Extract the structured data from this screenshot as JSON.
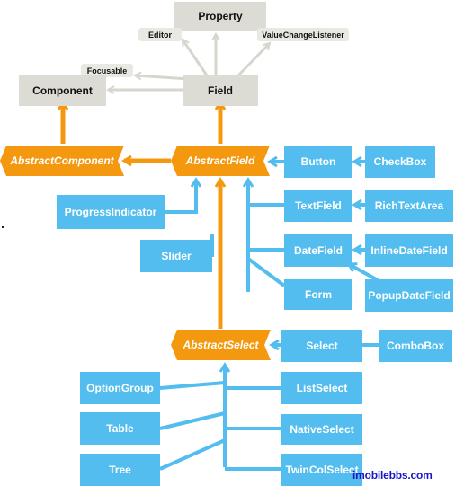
{
  "colors": {
    "gray": "#dcdcd4",
    "orange": "#f4990f",
    "blue": "#52bdee",
    "gray_line": "#d6d6cf",
    "watermark": "#1818c8"
  },
  "nodes": {
    "property": "Property",
    "editor": "Editor",
    "value_change_listener": "ValueChangeListener",
    "focusable": "Focusable",
    "component": "Component",
    "field": "Field",
    "abstract_component": "AbstractComponent",
    "abstract_field": "AbstractField",
    "button": "Button",
    "checkbox": "CheckBox",
    "progress_indicator": "ProgressIndicator",
    "text_field": "TextField",
    "rich_text_area": "RichTextArea",
    "slider": "Slider",
    "date_field": "DateField",
    "inline_date_field": "InlineDateField",
    "form": "Form",
    "popup_date_field": "PopupDateField",
    "abstract_select": "AbstractSelect",
    "select": "Select",
    "combo_box": "ComboBox",
    "option_group": "OptionGroup",
    "list_select": "ListSelect",
    "table": "Table",
    "native_select": "NativeSelect",
    "tree": "Tree",
    "twin_col_select": "TwinColSelect"
  },
  "watermark": "imobilebbs.com"
}
